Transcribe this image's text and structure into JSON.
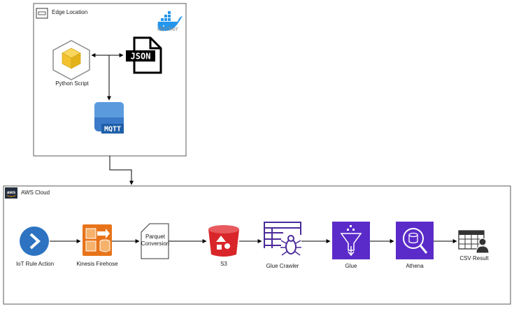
{
  "edge_group": {
    "label": "Edge Location",
    "docker_text": "docker"
  },
  "cloud_group": {
    "label": "AWS Cloud",
    "aws_badge": "aws"
  },
  "edge_nodes": {
    "python_script": {
      "label": "Python Script"
    },
    "json": {
      "label": "JSON"
    },
    "mqtt": {
      "label": "MQTT"
    }
  },
  "pipeline": [
    {
      "id": "iot-rule",
      "label": "IoT Rule Action",
      "icon": "iot-rule-icon"
    },
    {
      "id": "kinesis",
      "label": "Kinesis Firehose",
      "icon": "kinesis-firehose-icon"
    },
    {
      "id": "parquet",
      "label_lines": [
        "Parquet",
        "Conversion"
      ],
      "icon": "document-icon"
    },
    {
      "id": "s3",
      "label": "S3",
      "icon": "s3-bucket-icon"
    },
    {
      "id": "crawler",
      "label": "Glue Crawler",
      "icon": "glue-crawler-icon"
    },
    {
      "id": "glue",
      "label": "Glue",
      "icon": "glue-icon"
    },
    {
      "id": "athena",
      "label": "Athena",
      "icon": "athena-icon"
    },
    {
      "id": "csv",
      "label": "CSV Result",
      "icon": "csv-table-icon"
    }
  ],
  "colors": {
    "group_border": "#5a5a5a",
    "iot_blue": "#2d73c1",
    "kinesis_orange": "#e8741a",
    "s3_red": "#d9262a",
    "purple": "#5b2bc9",
    "docker_blue": "#2496ed",
    "python_yellow": "#f9d65c"
  }
}
